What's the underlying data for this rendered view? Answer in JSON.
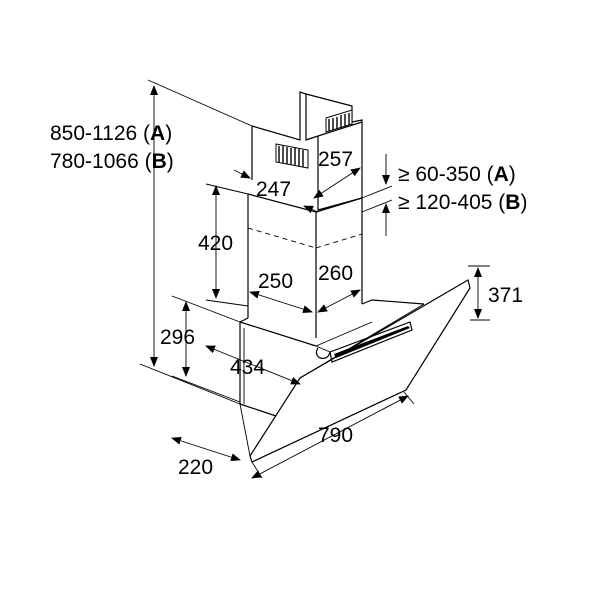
{
  "dimensions": {
    "total_height_a": "850-1126",
    "total_height_a_suffix": "A",
    "total_height_b": "780-1066",
    "total_height_b_suffix": "B",
    "chimney_upper_width": "257",
    "chimney_upper_depth": "247",
    "overlap_a": "≥ 60-350",
    "overlap_a_suffix": "A",
    "overlap_b": "≥ 120-405",
    "overlap_b_suffix": "B",
    "chimney_lower_height": "420",
    "chimney_lower_width": "260",
    "chimney_lower_depth": "250",
    "glass_height": "371",
    "body_height": "296",
    "body_depth": "434",
    "total_width": "790",
    "bottom_depth": "220"
  }
}
